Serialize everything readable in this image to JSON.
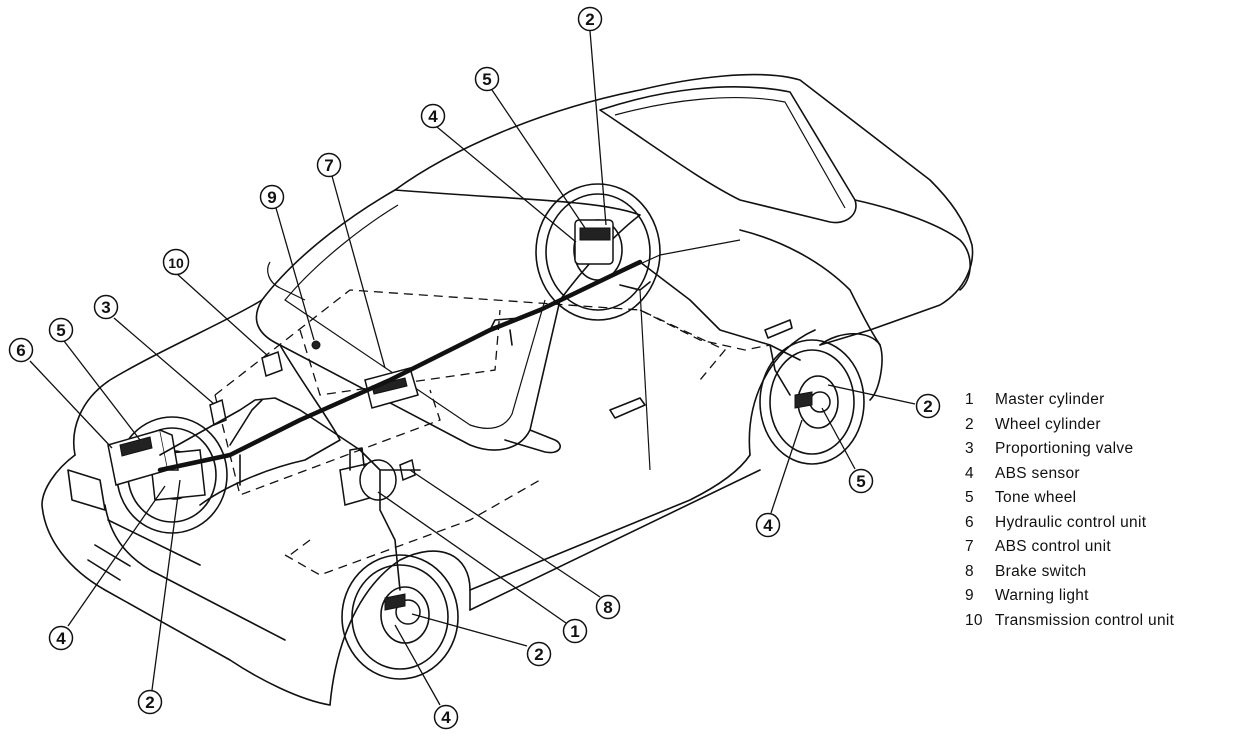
{
  "callouts": [
    {
      "id": "c2-top",
      "num": "2"
    },
    {
      "id": "c5-rear",
      "num": "5"
    },
    {
      "id": "c4-rear",
      "num": "4"
    },
    {
      "id": "c7",
      "num": "7"
    },
    {
      "id": "c9",
      "num": "9"
    },
    {
      "id": "c10",
      "num": "10"
    },
    {
      "id": "c3",
      "num": "3"
    },
    {
      "id": "c5-front",
      "num": "5"
    },
    {
      "id": "c6",
      "num": "6"
    },
    {
      "id": "c2-rr",
      "num": "2"
    },
    {
      "id": "c5-rr",
      "num": "5"
    },
    {
      "id": "c4-rr",
      "num": "4"
    },
    {
      "id": "c8",
      "num": "8"
    },
    {
      "id": "c1",
      "num": "1"
    },
    {
      "id": "c2-fr",
      "num": "2"
    },
    {
      "id": "c4-fr",
      "num": "4"
    },
    {
      "id": "c4-fl",
      "num": "4"
    },
    {
      "id": "c2-fl",
      "num": "2"
    }
  ],
  "legend": [
    {
      "num": "1",
      "label": "Master cylinder"
    },
    {
      "num": "2",
      "label": "Wheel cylinder"
    },
    {
      "num": "3",
      "label": "Proportioning valve"
    },
    {
      "num": "4",
      "label": "ABS sensor"
    },
    {
      "num": "5",
      "label": "Tone wheel"
    },
    {
      "num": "6",
      "label": "Hydraulic control unit"
    },
    {
      "num": "7",
      "label": "ABS control unit"
    },
    {
      "num": "8",
      "label": "Brake switch"
    },
    {
      "num": "9",
      "label": "Warning light"
    },
    {
      "num": "10",
      "label": "Transmission control unit"
    }
  ]
}
